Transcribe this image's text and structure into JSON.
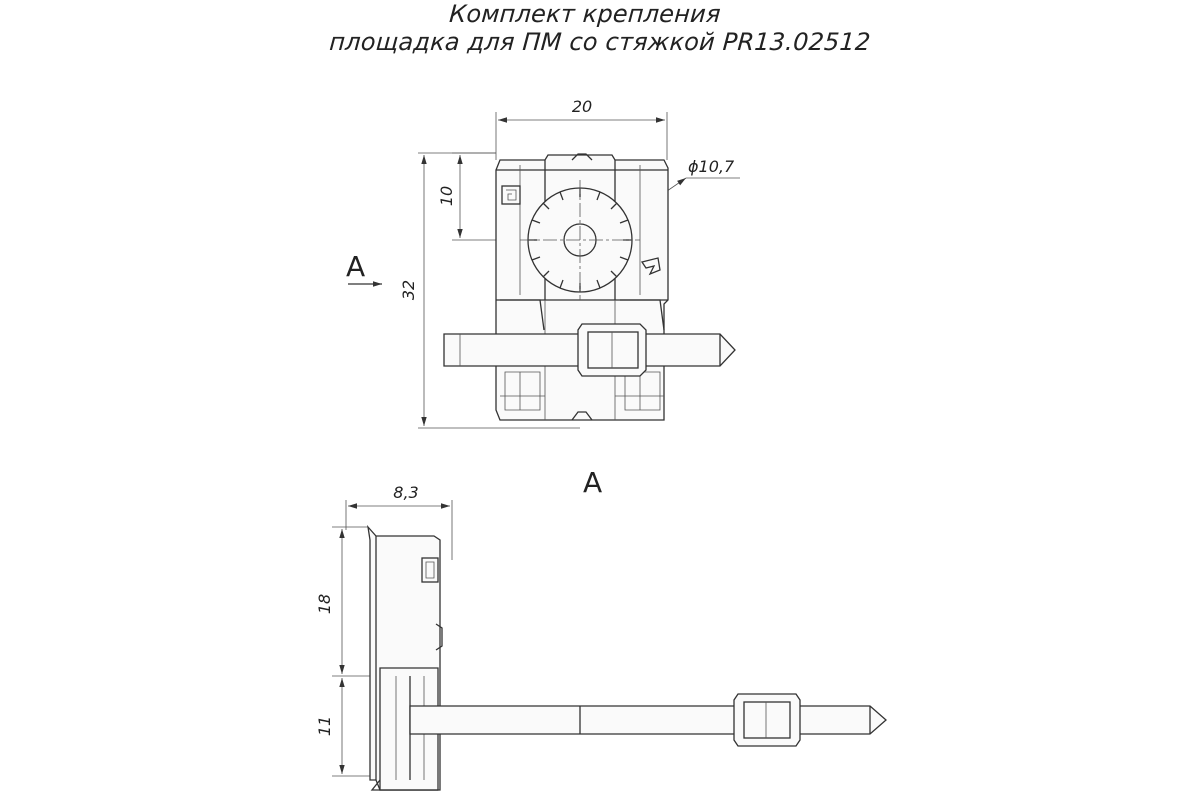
{
  "title": {
    "line1": "Комплект крепления",
    "line2": "площадка для ПМ со стяжкой PR13.02512"
  },
  "top_view": {
    "dim_width": "20",
    "dim_height": "10",
    "dim_total": "32",
    "dim_diameter": "ϕ10,7",
    "section_marker": "A"
  },
  "side_view": {
    "label": "A",
    "dim_depth": "8,3",
    "dim_upper": "18",
    "dim_lower": "11"
  }
}
